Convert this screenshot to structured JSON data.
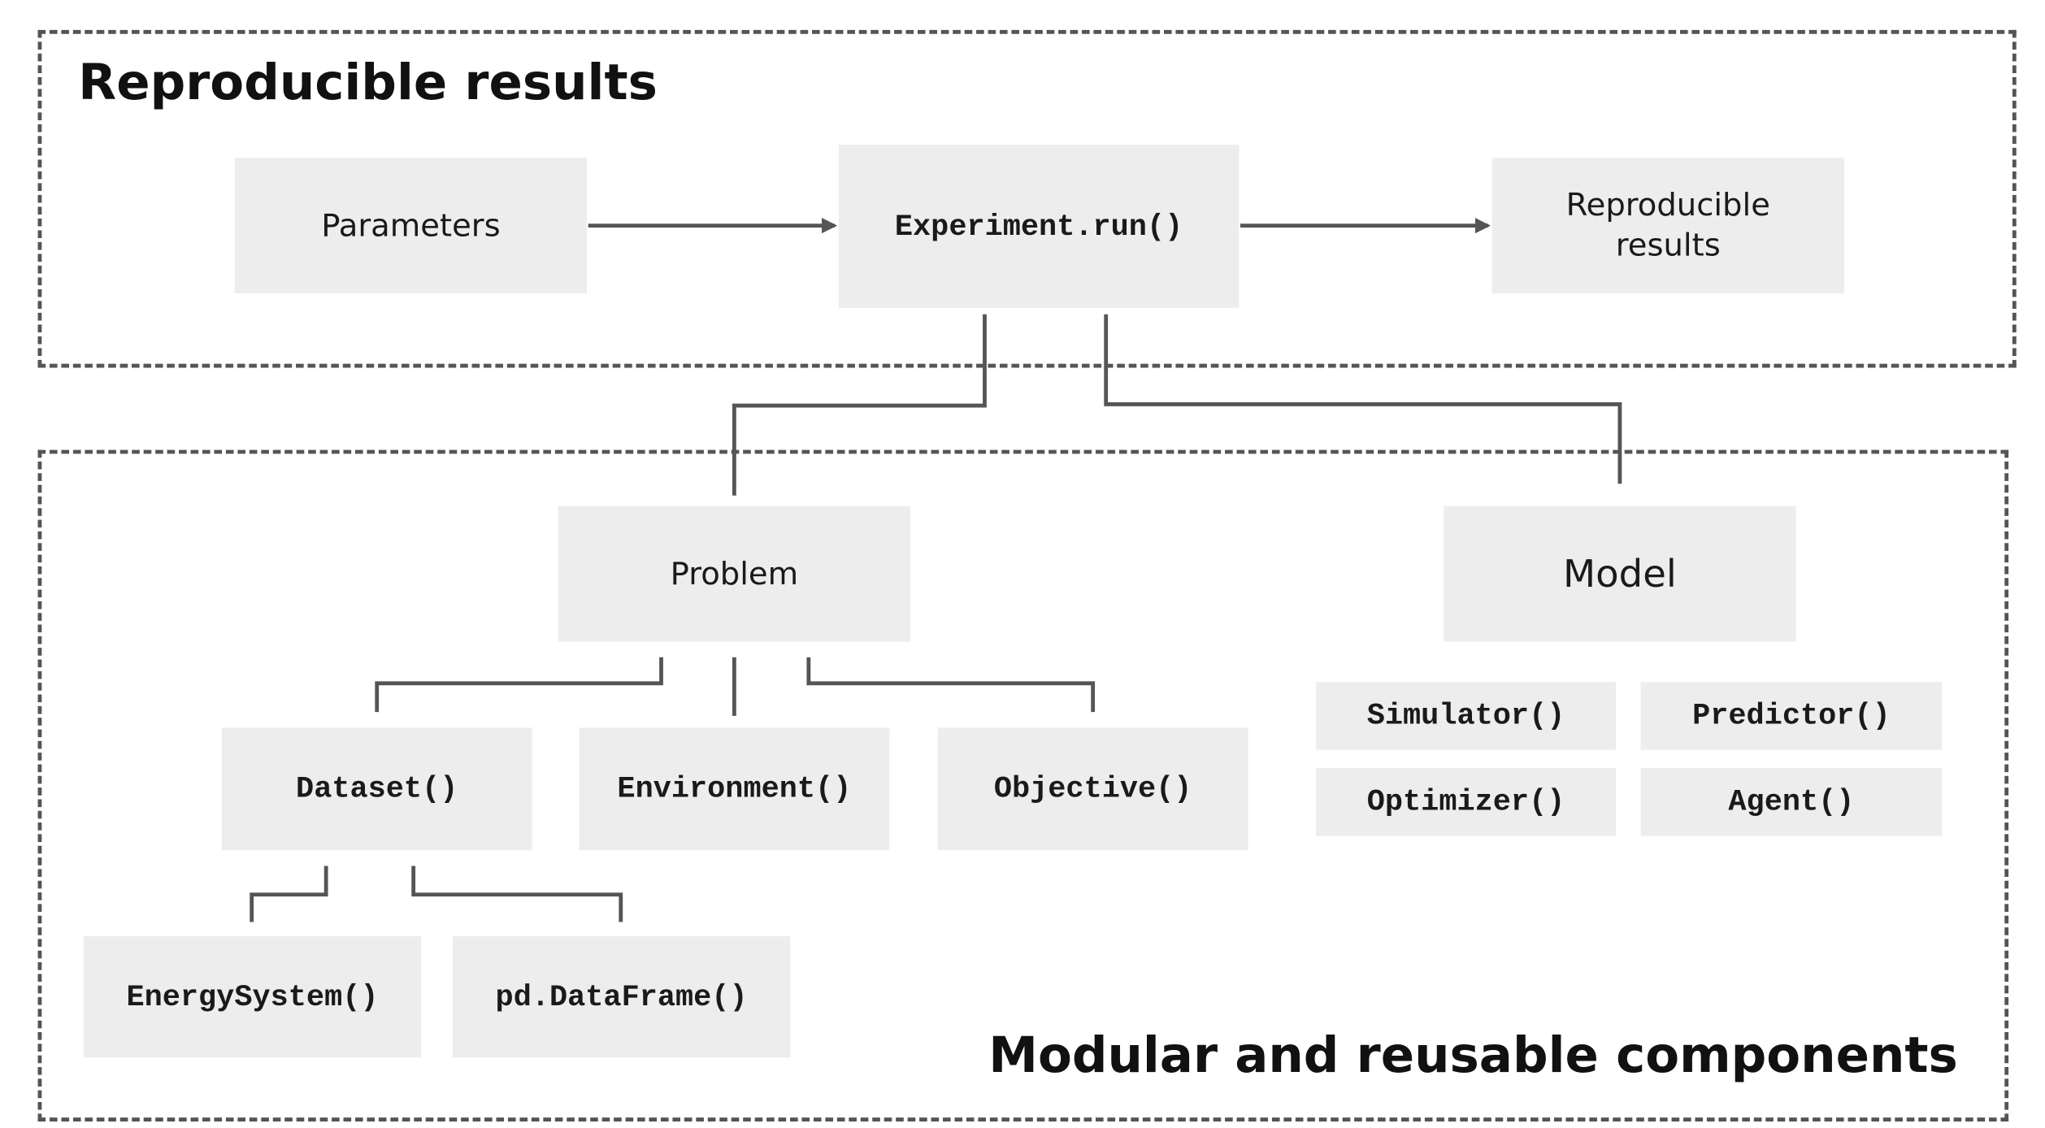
{
  "groups": {
    "reproducible": {
      "title": "Reproducible results"
    },
    "modular": {
      "title": "Modular and reusable components"
    }
  },
  "nodes": {
    "parameters": "Parameters",
    "experiment_run": "Experiment.run()",
    "reproducible_results": "Reproducible results",
    "problem": "Problem",
    "model": "Model",
    "simulator": "Simulator()",
    "predictor": "Predictor()",
    "optimizer": "Optimizer()",
    "agent": "Agent()",
    "dataset": "Dataset()",
    "environment": "Environment()",
    "objective": "Objective()",
    "energy_system": "EnergySystem()",
    "dataframe": "pd.DataFrame()"
  },
  "colors": {
    "box_fill": "#ededed",
    "line": "#555555",
    "text": "#1a1a1a"
  }
}
